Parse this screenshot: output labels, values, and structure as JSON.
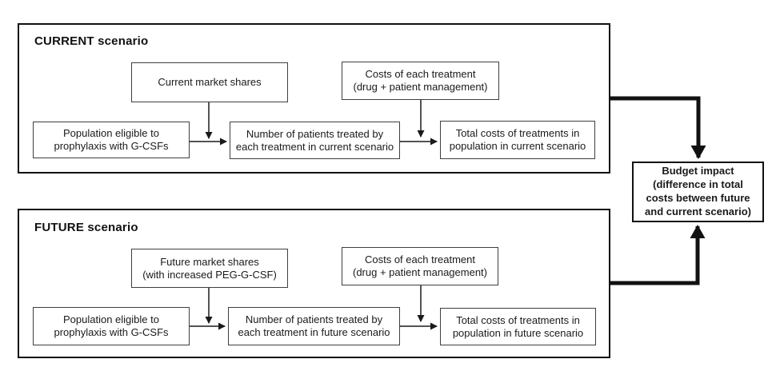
{
  "budget_box": {
    "label": "Budget impact\n(difference in total\ncosts between future\nand current scenario)"
  },
  "current": {
    "title": "CURRENT scenario",
    "market_shares": "Current market shares",
    "treatment_costs": "Costs of each treatment\n(drug + patient management)",
    "population": "Population eligible to\nprophylaxis with G-CSFs",
    "patients_treated": "Number of patients treated by\neach treatment in current scenario",
    "total_costs": "Total costs of treatments in\npopulation in current scenario"
  },
  "future": {
    "title": "FUTURE scenario",
    "market_shares": "Future market shares\n(with increased PEG-G-CSF)",
    "treatment_costs": "Costs of each treatment\n(drug + patient management)",
    "population": "Population eligible to\nprophylaxis with G-CSFs",
    "patients_treated": "Number of patients treated by\neach treatment in future scenario",
    "total_costs": "Total costs of treatments in\npopulation in future scenario"
  }
}
